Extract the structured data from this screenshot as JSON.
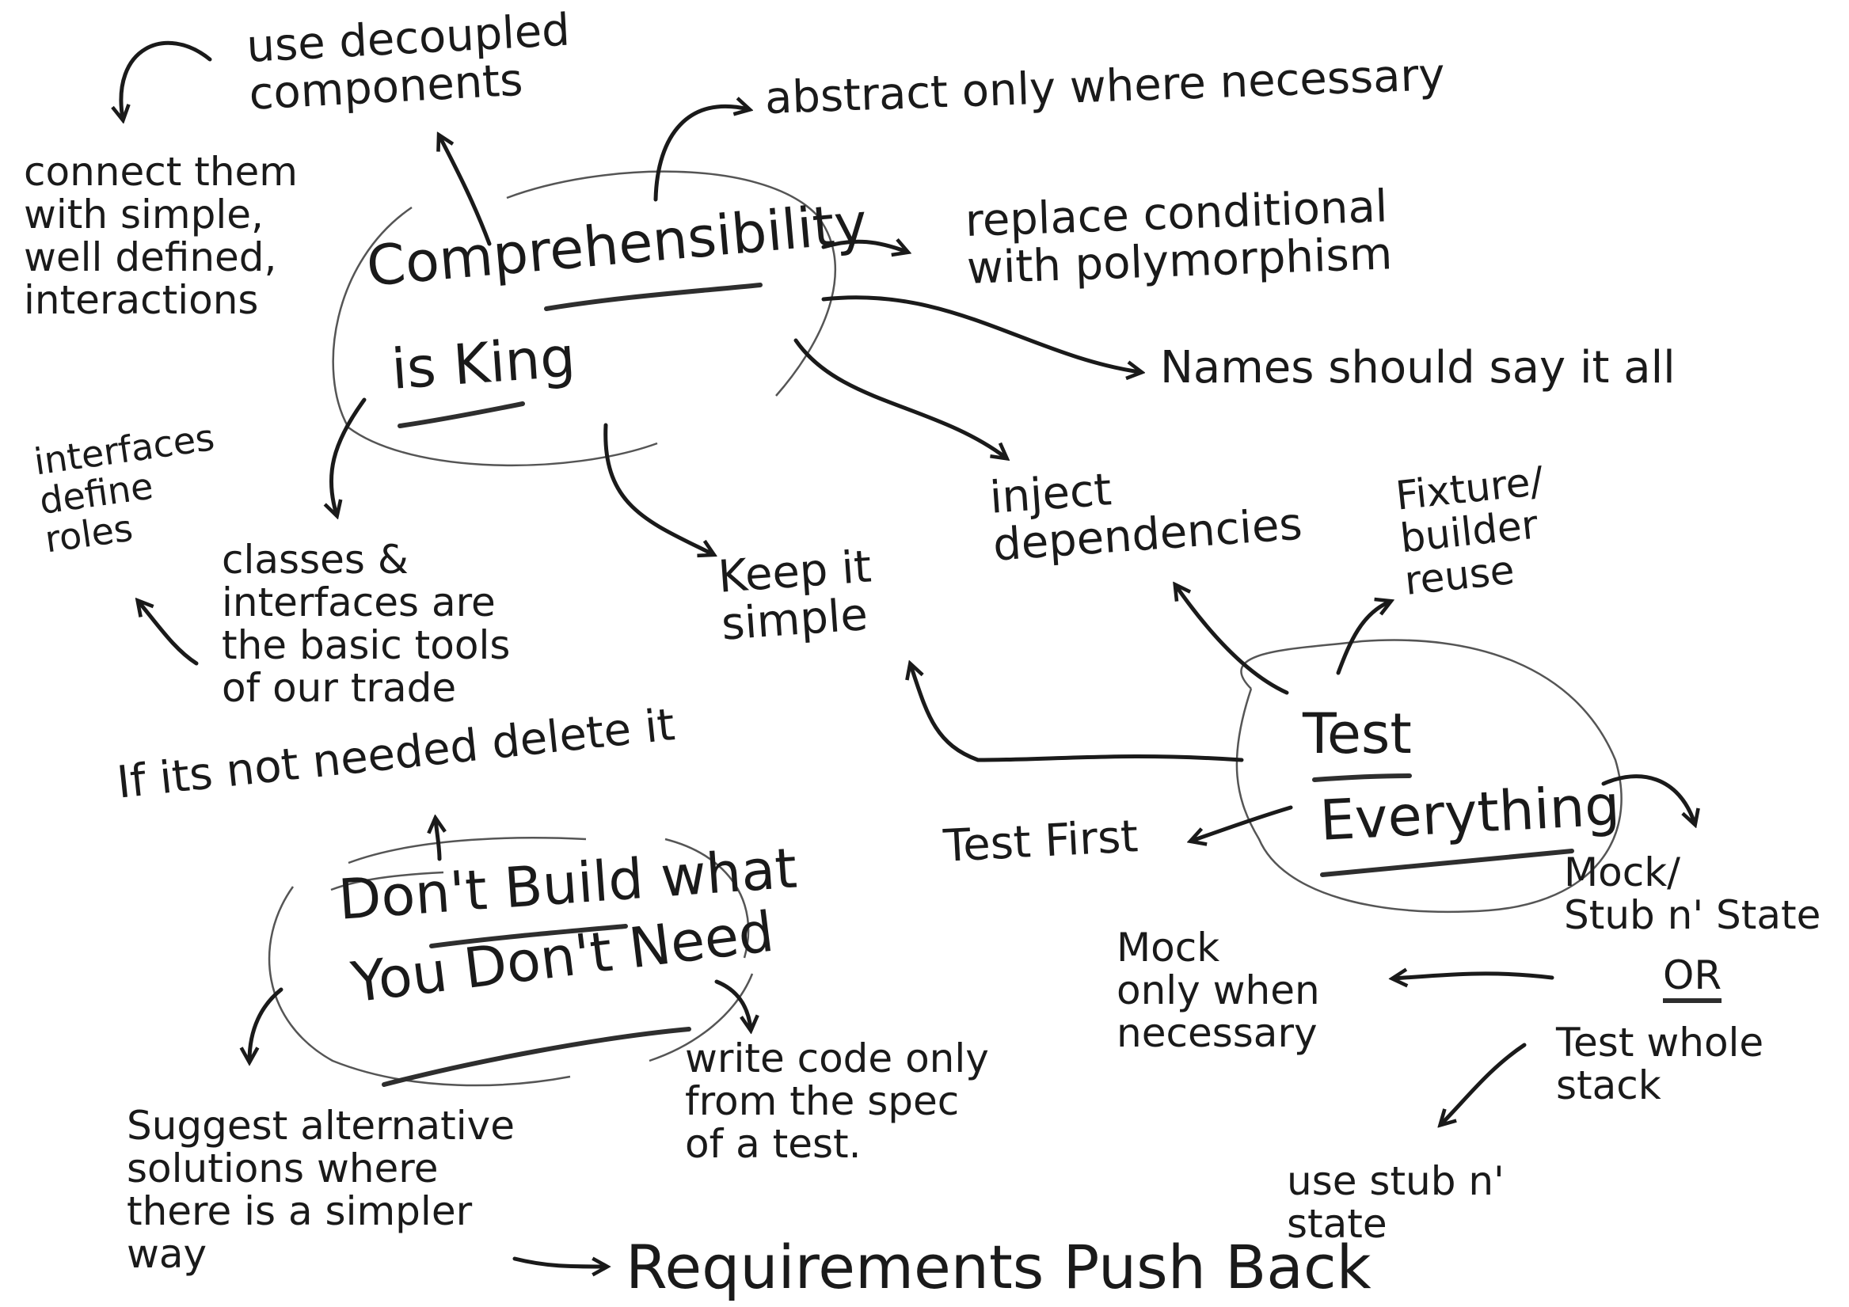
{
  "hubs": {
    "comprehensibility": {
      "line1": "Comprehensibility",
      "line2": "is King"
    },
    "test_everything": {
      "line1": "Test",
      "line2": "Everything"
    },
    "dont_build": {
      "line1": "Don't Build what",
      "line2": "You Don't Need"
    }
  },
  "notes": {
    "decoupled": "use decoupled\ncomponents",
    "connect": "connect them\nwith simple,\nwell defined,\ninteractions",
    "abstract": "abstract only where necessary",
    "replace": "replace conditional\nwith polymorphism",
    "names": "Names should say it all",
    "interfaces_roles": "interfaces\ndefine\nroles",
    "classes": "classes &\ninterfaces are\nthe basic tools\nof our trade",
    "keep_simple": "Keep it\nsimple",
    "inject": "inject\ndependencies",
    "fixture": "Fixture/\nbuilder\nreuse",
    "if_not_needed": "If its not needed delete it",
    "test_first": "Test First",
    "mock_stub": "Mock/\nStub n' State",
    "or": "OR",
    "test_whole": "Test whole\nstack",
    "mock_only": "Mock\nonly when\nnecessary",
    "use_stub": "use stub n'\nstate",
    "write_code": "write code only\nfrom the spec\nof a test.",
    "suggest": "Suggest alternative\nsolutions where\nthere is a simpler\nway",
    "requirements": "Requirements Push Back"
  }
}
